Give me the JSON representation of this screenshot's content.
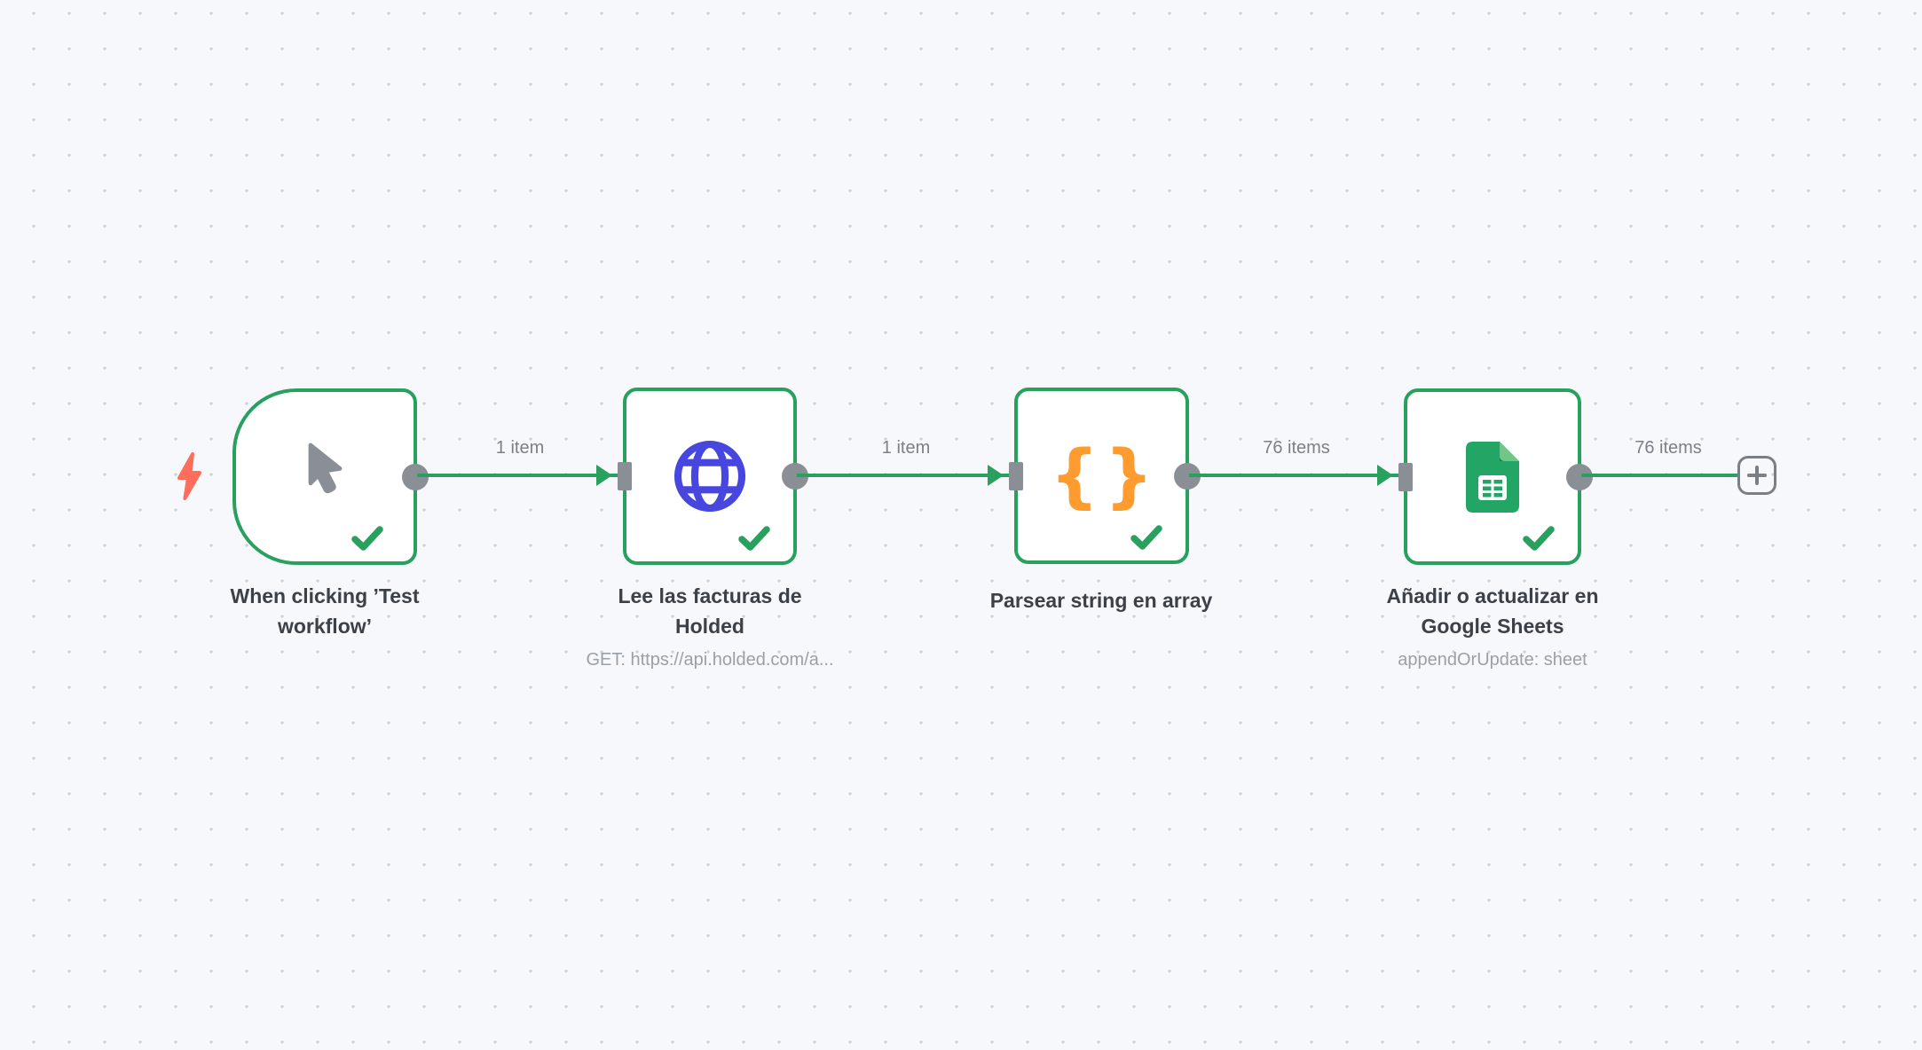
{
  "canvas": {
    "background": "#f7f8fb",
    "dot_color": "#ced1d9"
  },
  "colors": {
    "success_green": "#2aa05f",
    "connector_gray": "#8a8f96",
    "trigger_bolt_red": "#ff6d5b",
    "http_globe_blue": "#4747e0",
    "code_braces_orange": "#ff9b2f",
    "sheets_green": "#23a566",
    "title_text": "#3c4047",
    "subtitle_text": "#9aa0a7",
    "connection_label_text": "#7b8087"
  },
  "nodes": [
    {
      "title": "When clicking ’Test workflow’",
      "subtitle": "",
      "icon": "cursor-icon",
      "status": "success"
    },
    {
      "title": "Lee las facturas de Holded",
      "subtitle": "GET: https://api.holded.com/a...",
      "icon": "globe-icon",
      "status": "success"
    },
    {
      "title": "Parsear string en array",
      "subtitle": "",
      "icon": "curly-braces-icon",
      "status": "success"
    },
    {
      "title": "Añadir o actualizar en Google Sheets",
      "subtitle": "appendOrUpdate: sheet",
      "icon": "google-sheets-icon",
      "status": "success"
    }
  ],
  "connections": [
    {
      "label": "1 item"
    },
    {
      "label": "1 item"
    },
    {
      "label": "76 items"
    },
    {
      "label": "76 items"
    }
  ],
  "code_icon_glyph": "{}",
  "add_button": {
    "label": "+"
  }
}
